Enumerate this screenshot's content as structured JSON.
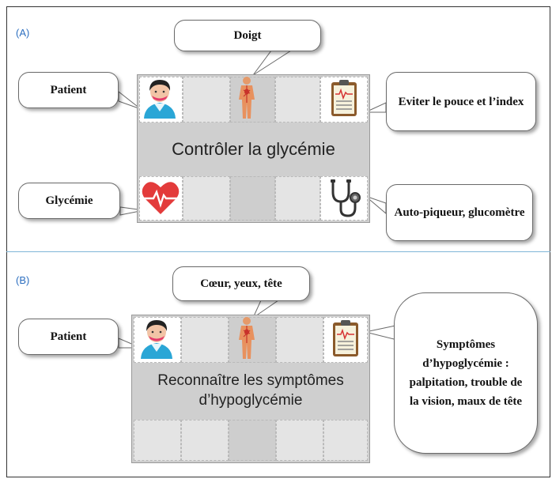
{
  "panel_a": {
    "label": "(A)",
    "action": "Contrôler la glycémie",
    "bubbles": {
      "top": "Doigt",
      "left_top": "Patient",
      "right_top": "Eviter le pouce et l’index",
      "left_bottom": "Glycémie",
      "right_bottom": "Auto-piqueur, glucomètre"
    }
  },
  "panel_b": {
    "label": "(B)",
    "action": "Reconnaître les symptômes d’hypoglycémie",
    "bubbles": {
      "top": "Cœur, yeux, tête",
      "left_top": "Patient",
      "right_top": "Symptômes d’hypoglycémie : palpitation, trouble de la vision, maux de tête"
    }
  },
  "icons": {
    "patient": "patient-icon",
    "body": "anatomy-body-icon",
    "clipboard": "clipboard-icon",
    "heart": "heart-pulse-icon",
    "stethoscope": "stethoscope-icon"
  },
  "colors": {
    "section_label": "#2d6fc0",
    "separator": "#7fb6d8",
    "grid_cell": "#e4e4e4",
    "grid_band": "#cfcfcf"
  }
}
